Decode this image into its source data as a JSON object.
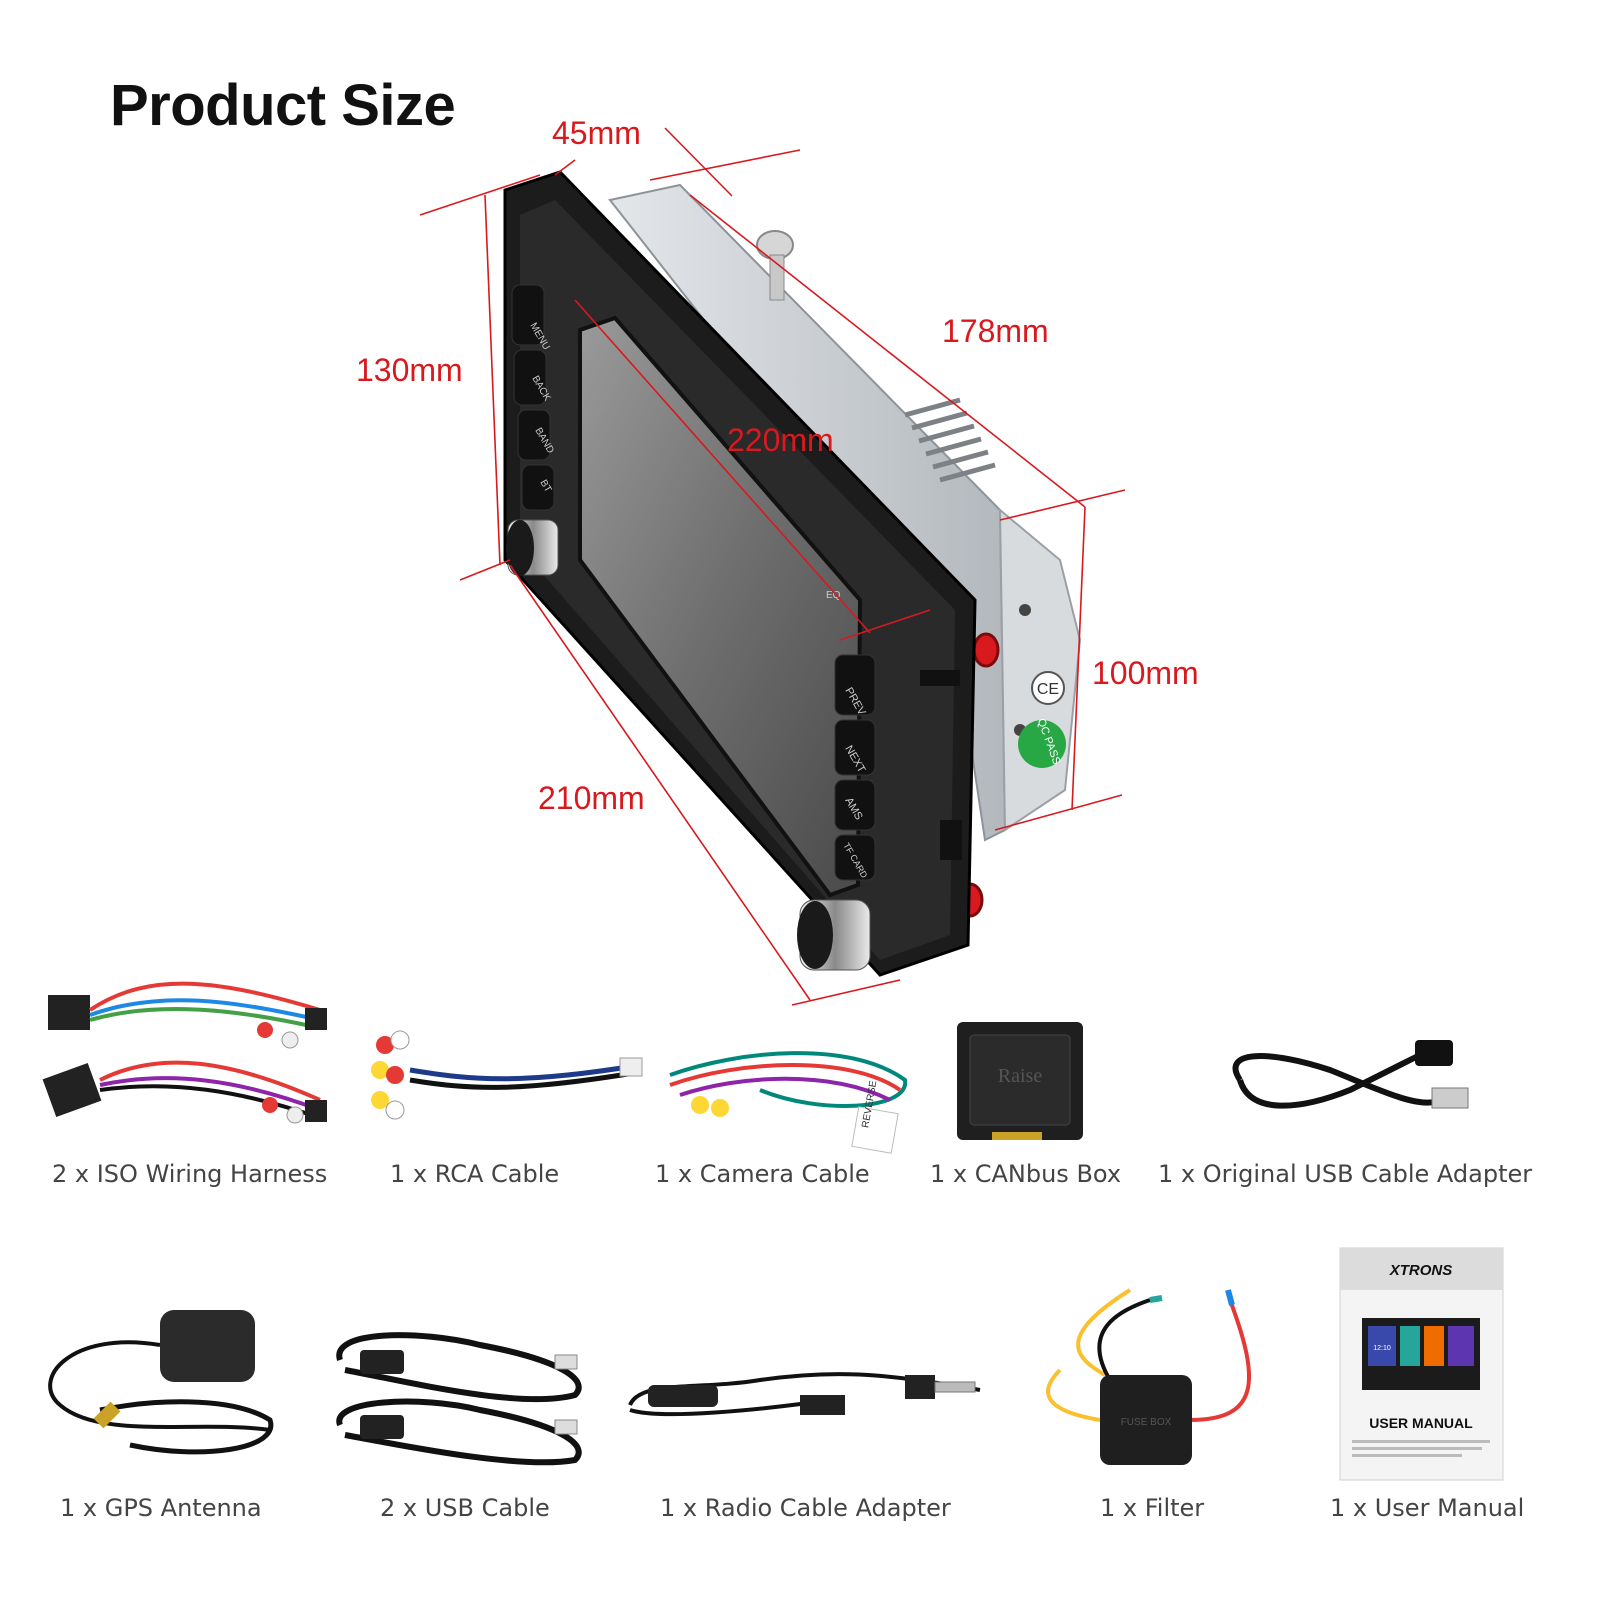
{
  "title": "Product Size",
  "dimensions": {
    "depth": "45mm",
    "length": "178mm",
    "height": "130mm",
    "screen_diagonal": "220mm",
    "chassis_height": "100mm",
    "width": "210mm"
  },
  "device_labels": {
    "menu": "MENU",
    "back": "BACK",
    "band": "BAND",
    "bt": "BT",
    "prev": "PREV",
    "next": "NEXT",
    "ams": "AMS",
    "tf_card": "TF CARD",
    "qc_pass": "QC PASS",
    "ce": "CE",
    "eq": "EQ"
  },
  "accessories": [
    {
      "label": "2 x ISO Wiring Harness"
    },
    {
      "label": "1 x RCA Cable"
    },
    {
      "label": "1 x Camera Cable"
    },
    {
      "label": "1 x CANbus Box"
    },
    {
      "label": "1 x Original USB Cable Adapter"
    },
    {
      "label": "1 x GPS Antenna"
    },
    {
      "label": "2 x USB Cable"
    },
    {
      "label": "1 x Radio Cable Adapter"
    },
    {
      "label": "1 x Filter"
    },
    {
      "label": "1 x User Manual"
    }
  ],
  "item_text": {
    "canbus_brand": "Raise",
    "camera_tag": "REVERSE",
    "filter_box": "FUSE BOX",
    "manual_brand": "XTRONS",
    "manual_title": "USER MANUAL",
    "manual_time": "12:10"
  },
  "colors": {
    "dimension_red": "#d8191e",
    "device_black": "#1c1c1c",
    "chassis_silver": "#c9cdd2"
  }
}
